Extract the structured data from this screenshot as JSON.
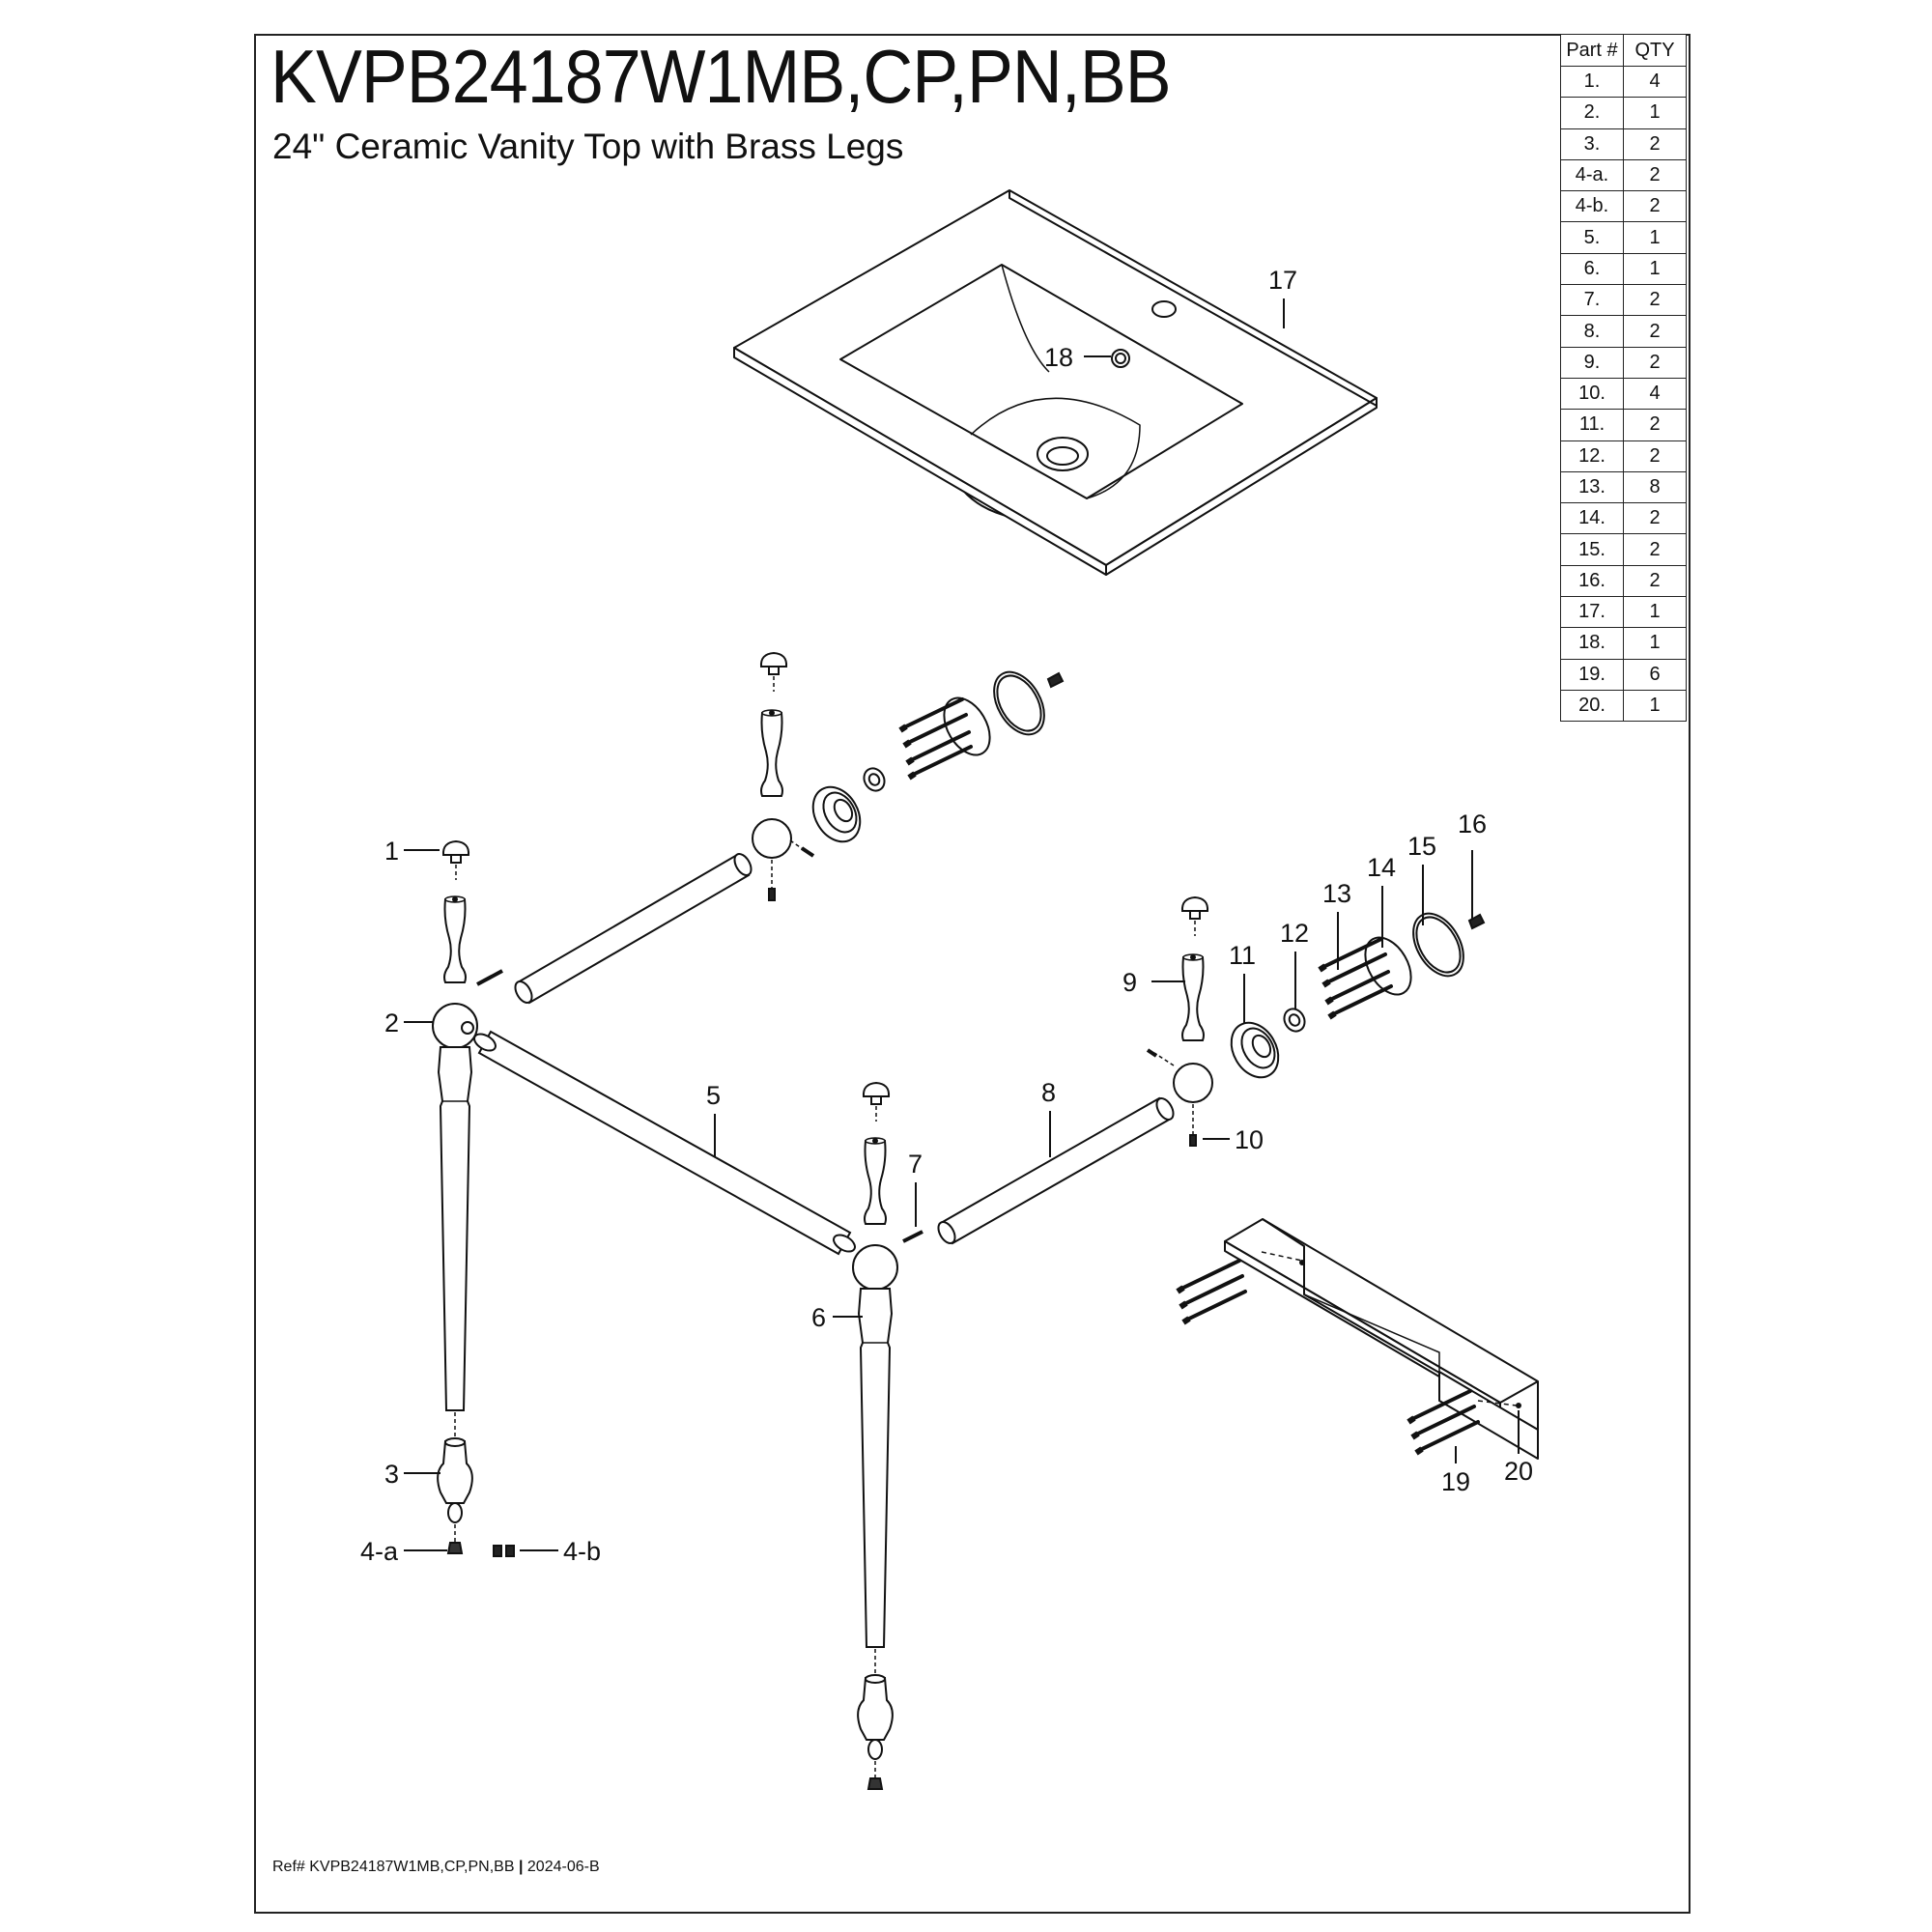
{
  "header": {
    "title": "KVPB24187W1MB,CP,PN,BB",
    "subtitle": "24\" Ceramic Vanity Top with Brass Legs"
  },
  "parts_table": {
    "columns": [
      "Part #",
      "QTY"
    ],
    "rows": [
      [
        "1.",
        "4"
      ],
      [
        "2.",
        "1"
      ],
      [
        "3.",
        "2"
      ],
      [
        "4-a.",
        "2"
      ],
      [
        "4-b.",
        "2"
      ],
      [
        "5.",
        "1"
      ],
      [
        "6.",
        "1"
      ],
      [
        "7.",
        "2"
      ],
      [
        "8.",
        "2"
      ],
      [
        "9.",
        "2"
      ],
      [
        "10.",
        "4"
      ],
      [
        "11.",
        "2"
      ],
      [
        "12.",
        "2"
      ],
      [
        "13.",
        "8"
      ],
      [
        "14.",
        "2"
      ],
      [
        "15.",
        "2"
      ],
      [
        "16.",
        "2"
      ],
      [
        "17.",
        "1"
      ],
      [
        "18.",
        "1"
      ],
      [
        "19.",
        "6"
      ],
      [
        "20.",
        "1"
      ]
    ]
  },
  "callouts": [
    "1",
    "2",
    "3",
    "4-a",
    "4-b",
    "5",
    "6",
    "7",
    "8",
    "9",
    "10",
    "11",
    "12",
    "13",
    "14",
    "15",
    "16",
    "17",
    "18",
    "19",
    "20"
  ],
  "footer": {
    "ref": "Ref# KVPB24187W1MB,CP,PN,BB",
    "separator": "|",
    "revision": "2024-06-B"
  }
}
